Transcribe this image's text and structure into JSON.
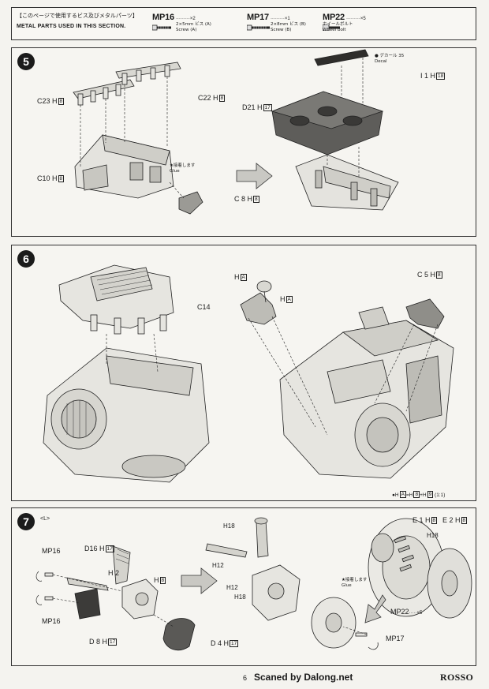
{
  "header": {
    "title_jp": "【このページで使用するビス及びメタルパーツ】",
    "title_en": "METAL PARTS USED IN THIS SECTION.",
    "parts": [
      {
        "code": "MP16",
        "qty": "·········×2",
        "spec_jp": "2×5mm ビス (A)",
        "spec_en": "Screw (A)"
      },
      {
        "code": "MP17",
        "qty": "·········×1",
        "spec_jp": "2×8mm ビス (B)",
        "spec_en": "Screw (B)"
      },
      {
        "code": "MP22",
        "qty": "·········×5",
        "spec_jp": "ホイールボルト",
        "spec_en": "Wheel bolt"
      }
    ]
  },
  "steps": [
    {
      "number": "5",
      "labels": {
        "c23": "C23",
        "c23_runner": "H",
        "c23_box": "8",
        "c22": "C22",
        "c22_runner": "H",
        "c22_box": "8",
        "c10": "C10",
        "c10_runner": "H",
        "c10_box": "8",
        "c8": "C 8",
        "c8_runner": "H",
        "c8_box": "8",
        "d21": "D21",
        "d21_runner": "H",
        "d21_box": "17",
        "i1": "I 1",
        "i1_runner": "H",
        "i1_box": "18",
        "glue_jp": "★接着します",
        "glue_en": "Glue",
        "decal_jp": "● デカール 35",
        "decal_en": "Decal"
      }
    },
    {
      "number": "6",
      "labels": {
        "c14": "C14",
        "ha1_runner": "H",
        "ha1_box": "A",
        "ha2_runner": "H",
        "ha2_box": "A",
        "c5": "C 5",
        "c5_runner": "H",
        "c5_box": "8",
        "note_prefix": "●H",
        "note_box_a": "A",
        "note_mid": "=H",
        "note_box_b": "8",
        "note_plus": "+H",
        "note_box_c": "9",
        "note_ratio": "(1:1)"
      }
    },
    {
      "number": "7",
      "side": "<L>",
      "labels": {
        "mp16_a": "MP16",
        "mp16_b": "MP16",
        "d16": "D16",
        "d16_runner": "H",
        "d16_box": "17",
        "h2": "H 2",
        "h8": "H",
        "h8_box": "8",
        "d8": "D 8",
        "d8_runner": "H",
        "d8_box": "17",
        "d4": "D 4",
        "d4_runner": "H",
        "d4_box": "17",
        "h18_a": "H18",
        "h12_a": "H12",
        "h12_b": "H12",
        "h18_b": "H18",
        "e1": "E 1",
        "e1_runner": "H",
        "e1_box": "8",
        "e2": "E 2",
        "e2_runner": "H",
        "e2_box": "8",
        "h18_c": "H18",
        "glue_jp": "★接着します",
        "glue_en": "Glue",
        "mp22": "MP22",
        "mp22_qty": "·····×5",
        "mp17": "MP17"
      }
    }
  ],
  "footer": {
    "page": "6",
    "scan_credit": "Scaned by Dalong.net",
    "brand": "ROSSO"
  }
}
